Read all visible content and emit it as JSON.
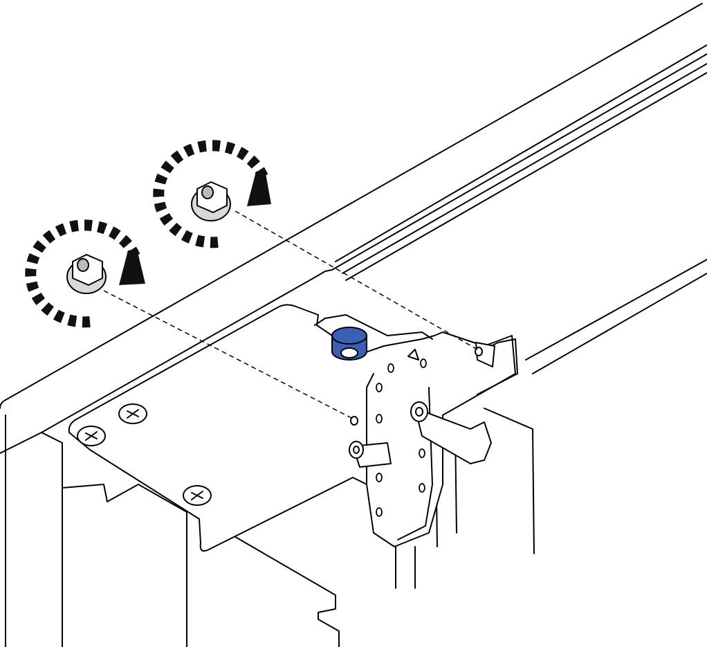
{
  "diagram": {
    "colors": {
      "line": "#000000",
      "background": "#ffffff",
      "grommet": "#3b5fb5",
      "nut": "#d9d9d9"
    },
    "icons": [
      "rotation-arrow-icon",
      "rotation-arrow-icon"
    ],
    "parts": [
      "flange-nut",
      "flange-nut",
      "rubber-grommet",
      "screw",
      "screw",
      "screw",
      "bracket",
      "connector"
    ]
  }
}
